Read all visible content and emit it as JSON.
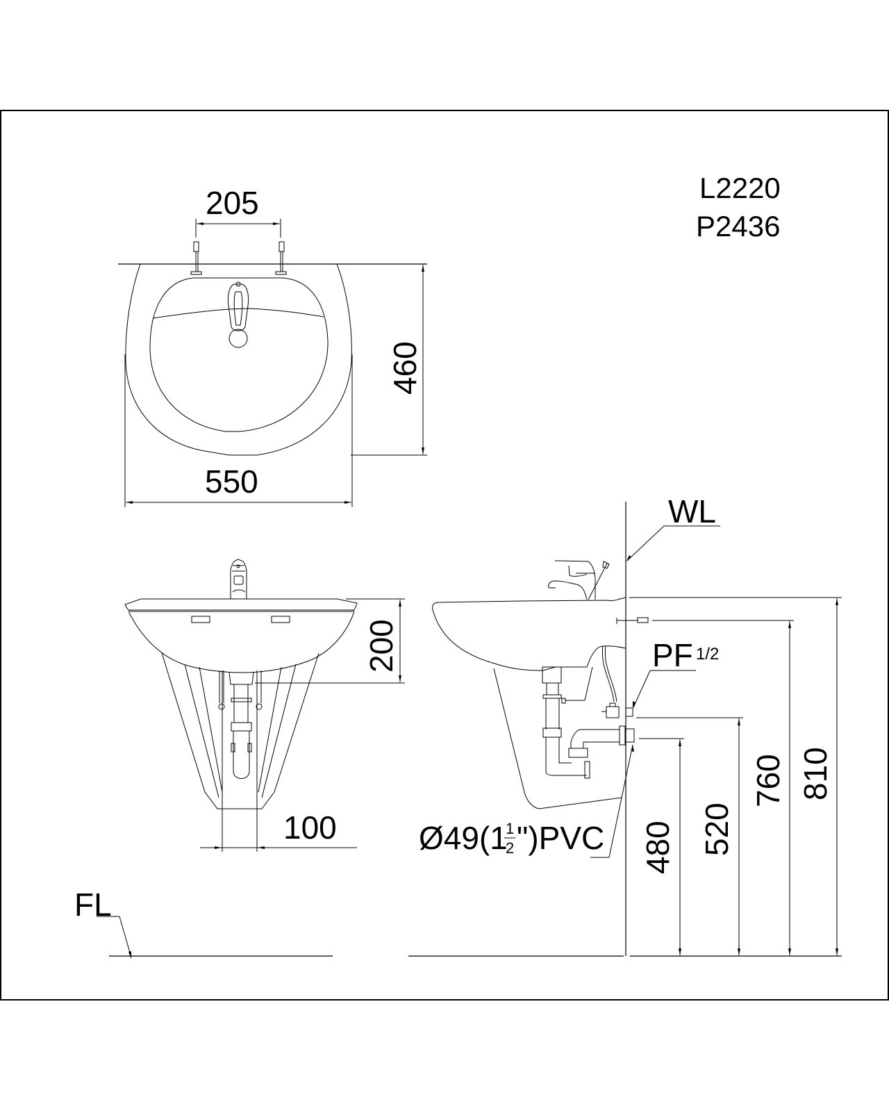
{
  "title": {
    "model_basin": "L2220",
    "model_pedestal": "P2436"
  },
  "top_view": {
    "dim_tap_spacing": "205",
    "dim_depth": "460",
    "dim_width": "550"
  },
  "front_view": {
    "dim_basin_height": "200",
    "dim_pedestal_base": "100"
  },
  "side_view": {
    "label_wall_line": "WL",
    "label_supply": "PF",
    "label_supply_size": "1/2",
    "label_drain_prefix": "Ø49(1",
    "label_drain_frac_num": "1",
    "label_drain_frac_den": "2",
    "label_drain_suffix": "\")PVC",
    "dim_drain_height": "480",
    "dim_supply_height": "520",
    "dim_bolt_height": "760",
    "dim_rim_height": "810"
  },
  "floor": {
    "label_floor_line": "FL"
  },
  "colors": {
    "line": "#000000",
    "background": "#ffffff"
  }
}
